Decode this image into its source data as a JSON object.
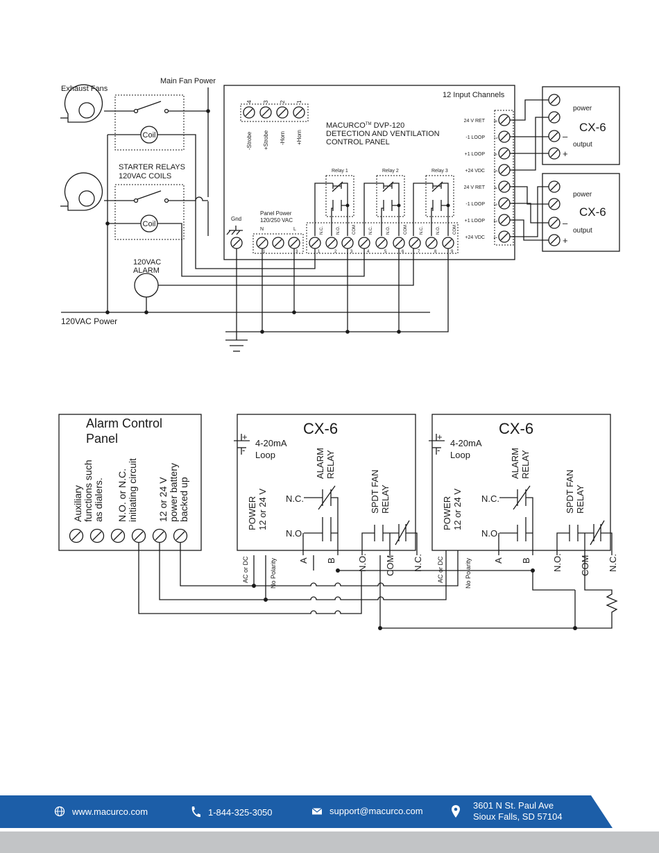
{
  "top": {
    "exhaust_fans": "Exhaust Fans",
    "main_fan_power": "Main Fan Power",
    "coil": "Coil",
    "starter_relays_1": "STARTER RELAYS",
    "starter_relays_2": "120VAC COILS",
    "alarm_1": "120VAC",
    "alarm_2": "ALARM",
    "power_120vac": "120VAC Power",
    "gnd": "Gnd",
    "panel_power_1": "Panel Power",
    "panel_power_2": "120/250 VAC",
    "panel_power_n": "N",
    "panel_power_l": "L",
    "panel_power_nums": [
      "1",
      "2",
      "3"
    ],
    "horn_terms": [
      {
        "num": "4",
        "label": "-Strobe"
      },
      {
        "num": "3",
        "label": "+Strobe"
      },
      {
        "num": "2",
        "label": "-Horn"
      },
      {
        "num": "1",
        "label": "+Horn"
      }
    ],
    "panel_title_1": "MACURCO",
    "panel_title_tm": "TM",
    "panel_title_model": " DVP-120",
    "panel_title_2": "DETECTION AND VENTILATION",
    "panel_title_3": "CONTROL PANEL",
    "input_channels": "12 Input Channels",
    "relays": [
      "Relay 1",
      "Relay 2",
      "Relay 3"
    ],
    "relay_terms": [
      "N.C.",
      "N.O.",
      "COM",
      "N.C.",
      "N.O.",
      "COM",
      "N.C.",
      "N.O.",
      "COM"
    ],
    "relay_nums": [
      "1",
      "2",
      "3",
      "4",
      "5",
      "6",
      "7",
      "8",
      "9"
    ],
    "input_terms": [
      {
        "label": "24 V RET",
        "num": "8"
      },
      {
        "label": "-1 LOOP",
        "num": "7"
      },
      {
        "label": "+1 LOOP",
        "num": "6"
      },
      {
        "label": "+24 VDC",
        "num": "5"
      },
      {
        "label": "24 V RET",
        "num": "4"
      },
      {
        "label": "-1 LOOP",
        "num": "3"
      },
      {
        "label": "+1 LOOP",
        "num": "2"
      },
      {
        "label": "+24 VDC",
        "num": "1"
      }
    ],
    "cx6_modules": [
      {
        "title": "CX-6",
        "power": "power",
        "output": "output",
        "minus": "–",
        "plus": "+"
      },
      {
        "title": "CX-6",
        "power": "power",
        "output": "output",
        "minus": "–",
        "plus": "+"
      }
    ]
  },
  "bottom": {
    "acp_title_1": "Alarm Control",
    "acp_title_2": "Panel",
    "acp_labels": [
      [
        "Auxiliary",
        "functions such",
        "as dialers."
      ],
      [
        "N.O. or N.C.",
        "initiating circuit"
      ],
      [
        "12 or 24 V",
        "power battery",
        "backed up"
      ]
    ],
    "cx6_units": [
      {
        "title": "CX-6",
        "loop_1": "4-20mA",
        "loop_2": "Loop",
        "power_1": "POWER",
        "power_2": "12 or 24 V",
        "alarm_1": "ALARM",
        "alarm_2": "RELAY",
        "spdt_1": "SPDT FAN",
        "spdt_2": "RELAY",
        "nc": "N.C.",
        "no": "N.O.",
        "term_acdc": "AC or DC",
        "term_nopol": "No Polarity",
        "term_a": "A",
        "term_b": "B",
        "term_no": "N.O.",
        "term_com": "COM",
        "term_nc": "N.C."
      },
      {
        "title": "CX-6",
        "loop_1": "4-20mA",
        "loop_2": "Loop",
        "power_1": "POWER",
        "power_2": "12 or 24 V",
        "alarm_1": "ALARM",
        "alarm_2": "RELAY",
        "spdt_1": "SPDT FAN",
        "spdt_2": "RELAY",
        "nc": "N.C.",
        "no": "N.O.",
        "term_acdc": "AC or DC",
        "term_nopol": "No Polarity",
        "term_a": "A",
        "term_b": "B",
        "term_no": "N.O.",
        "term_com": "COM",
        "term_nc": "N.C."
      }
    ]
  },
  "footer": {
    "website": "www.macurco.com",
    "phone": "1-844-325-3050",
    "email": "support@macurco.com",
    "address_1": "3601 N St. Paul Ave",
    "address_2": "Sioux Falls, SD 57104",
    "bar_color": "#1c5ea8",
    "strip_color": "#c2c4c6",
    "icons": [
      "globe-icon",
      "phone-icon",
      "envelope-icon",
      "location-pin-icon"
    ]
  }
}
